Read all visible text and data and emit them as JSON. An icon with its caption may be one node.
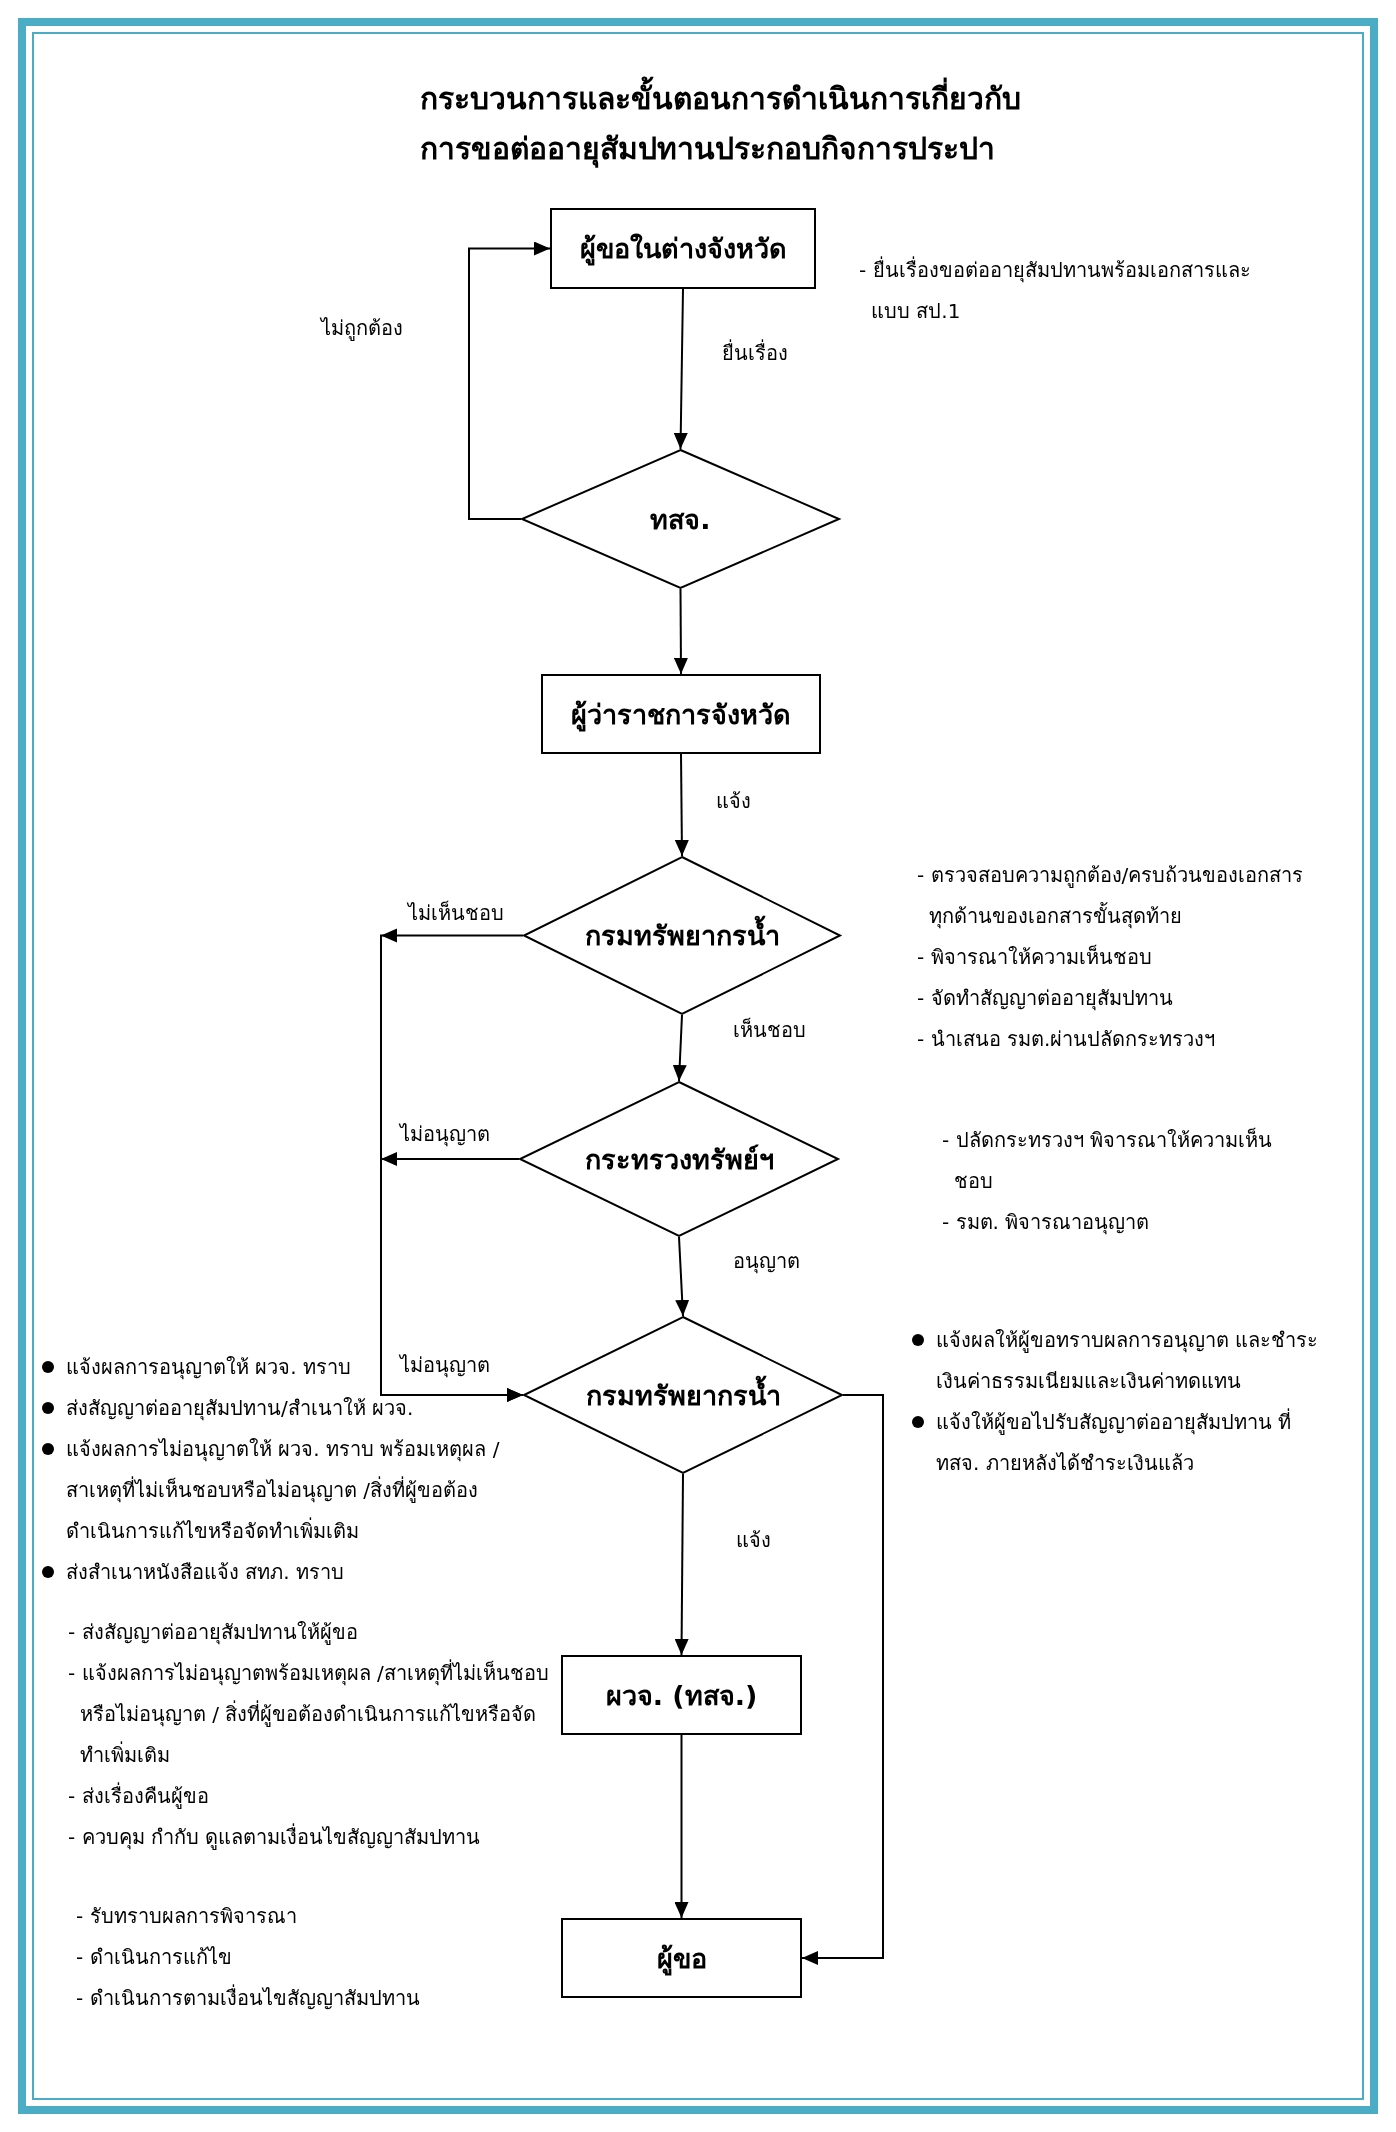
{
  "diagram": {
    "title": "กระบวนการและขั้นตอนการดำเนินการเกี่ยวกับ การขอต่ออายุสัมปทานประกอบกิจการประปา",
    "nodes": [
      {
        "text": [
          "ผู้ขอในต่างจังหวัด"
        ],
        "beside": [
          "- ยื่นเรื่องขอต่ออายุสัมปทานพร้อมเอกสารและแบบ สป.1"
        ]
      },
      {
        "text": [
          "ทสจ."
        ]
      },
      {
        "text": [
          "ผู้ว่าราชการจังหวัด"
        ]
      },
      {
        "text": [
          "กรมทรัพยากรน้ำ"
        ],
        "beside": [
          "- ตรวจสอบความถูกต้อง/ครบถ้วนของเอกสารทุกด้านของเอกสารขั้นสุดท้าย",
          "- พิจารณาให้ความเห็นชอบ",
          "- จัดทำสัญญาต่ออายุสัมปทาน",
          "- นำเสนอ รมต.ผ่านปลัดกระทรวงฯ"
        ]
      },
      {
        "text": [
          "กระทรวงทรัพย์ฯ"
        ],
        "beside": [
          "- ปลัดกระทรวงฯ พิจารณาให้ความเห็นชอบ",
          "- รมต. พิจารณาอนุญาต"
        ]
      },
      {
        "text": [
          "กรมทรัพยากรน้ำ"
        ],
        "beside": [
          "แจ้งผลให้ผู้ขอทราบผลการอนุญาต และชำระเงินค่าธรรมเนียมและเงินค่าทดแทน",
          "แจ้งให้ผู้ขอไปรับสัญญาต่ออายุสัมปทาน ที่ทสจ. ภายหลังได้ชำระเงินแล้ว",
          "แจ้งผลการอนุญาตให้ ผวจ. ทราบ",
          "ส่งสัญญาต่ออายุสัมปทาน/สำเนาให้ ผวจ.",
          "แจ้งผลการไม่อนุญาตให้ ผวจ. ทราบ พร้อมเหตุผล /สาเหตุที่ไม่เห็นชอบหรือไม่อนุญาต /สิ่งที่ผู้ขอต้องดำเนินการแก้ไขหรือจัดทำเพิ่มเติม",
          "ส่งสำเนาหนังสือแจ้ง สทภ. ทราบ"
        ]
      },
      {
        "text": [
          "ผวจ. (ทสจ.)"
        ],
        "beside": [
          "- ส่งสัญญาต่ออายุสัมปทานให้ผู้ขอ",
          "- แจ้งผลการไม่อนุญาตพร้อมเหตุผล /สาเหตุที่ไม่เห็นชอบหรือไม่อนุญาต / สิ่งที่ผู้ขอต้องดำเนินการแก้ไขหรือจัดทำเพิ่มเติม",
          "- ส่งเรื่องคืนผู้ขอ",
          "- ควบคุม กำกับ ดูแลตามเงื่อนไขสัญญาสัมปทาน"
        ]
      },
      {
        "text": [
          "ผู้ขอ"
        ],
        "beside": [
          "- รับทราบผลการพิจารณา",
          "- ดำเนินการแก้ไข",
          "- ดำเนินการตามเงื่อนไขสัญญาสัมปทาน"
        ]
      }
    ],
    "edges": [
      {
        "from": 0,
        "to": 1,
        "arrow": "to",
        "label": "ยื่นเรื่อง"
      },
      {
        "from": 1,
        "to": 0,
        "arrow": "to",
        "label": "ไม่ถูกต้อง"
      },
      {
        "from": 1,
        "to": 2,
        "arrow": "to"
      },
      {
        "from": 2,
        "to": 3,
        "arrow": "to",
        "label": "แจ้ง"
      },
      {
        "from": 3,
        "to": 5,
        "arrow": "to",
        "label": "ไม่เห็นชอบ"
      },
      {
        "from": 3,
        "to": 4,
        "arrow": "to",
        "label": "เห็นชอบ"
      },
      {
        "from": 4,
        "to": 5,
        "arrow": "to",
        "label": "ไม่อนุญาต"
      },
      {
        "from": 4,
        "to": 5,
        "arrow": "to",
        "label": "อนุญาต"
      },
      {
        "from": 5,
        "to": 6,
        "arrow": "to",
        "label": "แจ้ง"
      },
      {
        "from": 6,
        "to": 7,
        "arrow": "to"
      },
      {
        "from": 5,
        "to": 7,
        "arrow": "to"
      }
    ],
    "labels": [
      "ไม่อนุญาต"
    ]
  }
}
